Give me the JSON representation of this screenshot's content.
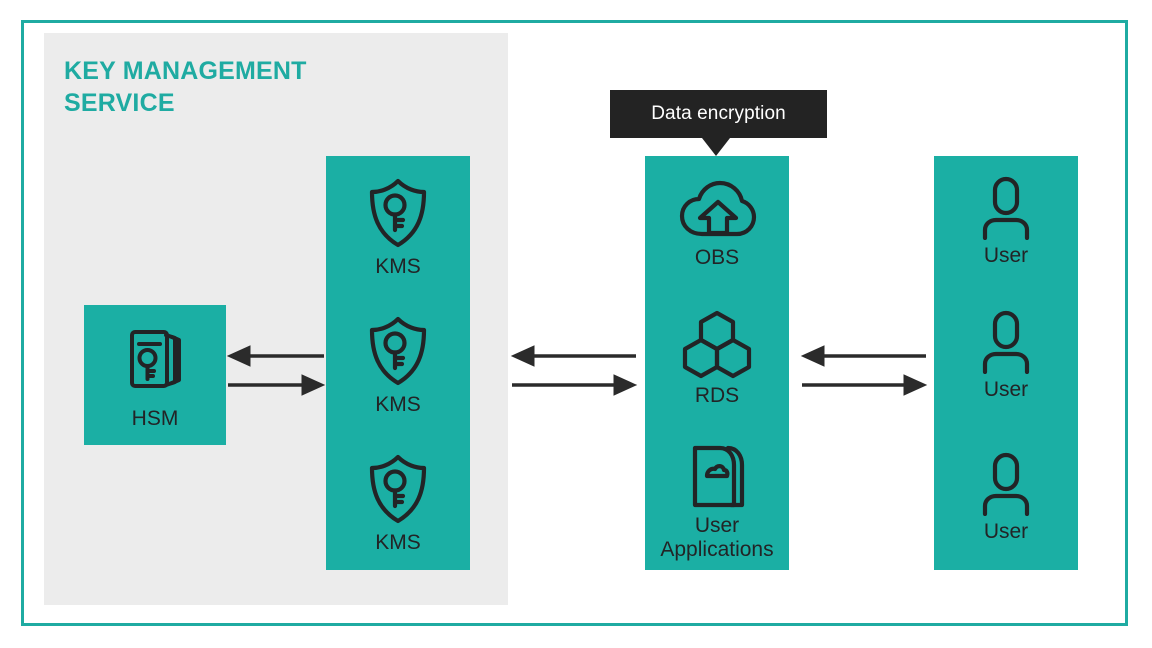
{
  "diagram": {
    "title": "KEY MANAGEMENT SERVICE",
    "colors": {
      "teal": "#1BAFA4",
      "panel_gray": "#ececec",
      "callout_dark": "#232323",
      "icon_dark": "#222426",
      "frame_border": "#1FABA2",
      "background": "#ffffff"
    },
    "callout": {
      "text": "Data encryption"
    },
    "hsm": {
      "label": "HSM",
      "icon": "hsm-key-cards-icon"
    },
    "kms_column": {
      "items": [
        {
          "label": "KMS",
          "icon": "shield-key-icon"
        },
        {
          "label": "KMS",
          "icon": "shield-key-icon"
        },
        {
          "label": "KMS",
          "icon": "shield-key-icon"
        }
      ]
    },
    "services_column": {
      "items": [
        {
          "label": "OBS",
          "icon": "cloud-upload-icon"
        },
        {
          "label": "RDS",
          "icon": "hexagons-icon"
        },
        {
          "label": "User\nApplications",
          "icon": "documents-cloud-icon"
        }
      ]
    },
    "users_column": {
      "items": [
        {
          "label": "User",
          "icon": "user-icon"
        },
        {
          "label": "User",
          "icon": "user-icon"
        },
        {
          "label": "User",
          "icon": "user-icon"
        }
      ]
    },
    "connections": [
      {
        "name": "hsm-kms",
        "left_arrow": "arrow-left-icon",
        "right_arrow": "arrow-right-icon"
      },
      {
        "name": "kms-services",
        "left_arrow": "arrow-left-icon",
        "right_arrow": "arrow-right-icon"
      },
      {
        "name": "services-users",
        "left_arrow": "arrow-left-icon",
        "right_arrow": "arrow-right-icon"
      }
    ]
  }
}
